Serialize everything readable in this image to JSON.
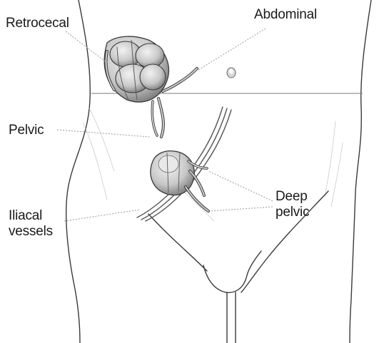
{
  "labels": {
    "retrocecal": "Retrocecal",
    "abdominal": "Abdominal",
    "pelvic": "Pelvic",
    "deep_pelvic": [
      "Deep",
      "pelvic"
    ],
    "iliacal_vessels": [
      "Iliacal",
      "vessels"
    ]
  },
  "colors": {
    "outline": "#3a3a3a",
    "leader": "#9a9a9a",
    "organ_fill": "#d4d4d4",
    "organ_shade": "#8a8a8a",
    "text": "#1a1a1a"
  },
  "icons": [
    "navel-icon"
  ]
}
